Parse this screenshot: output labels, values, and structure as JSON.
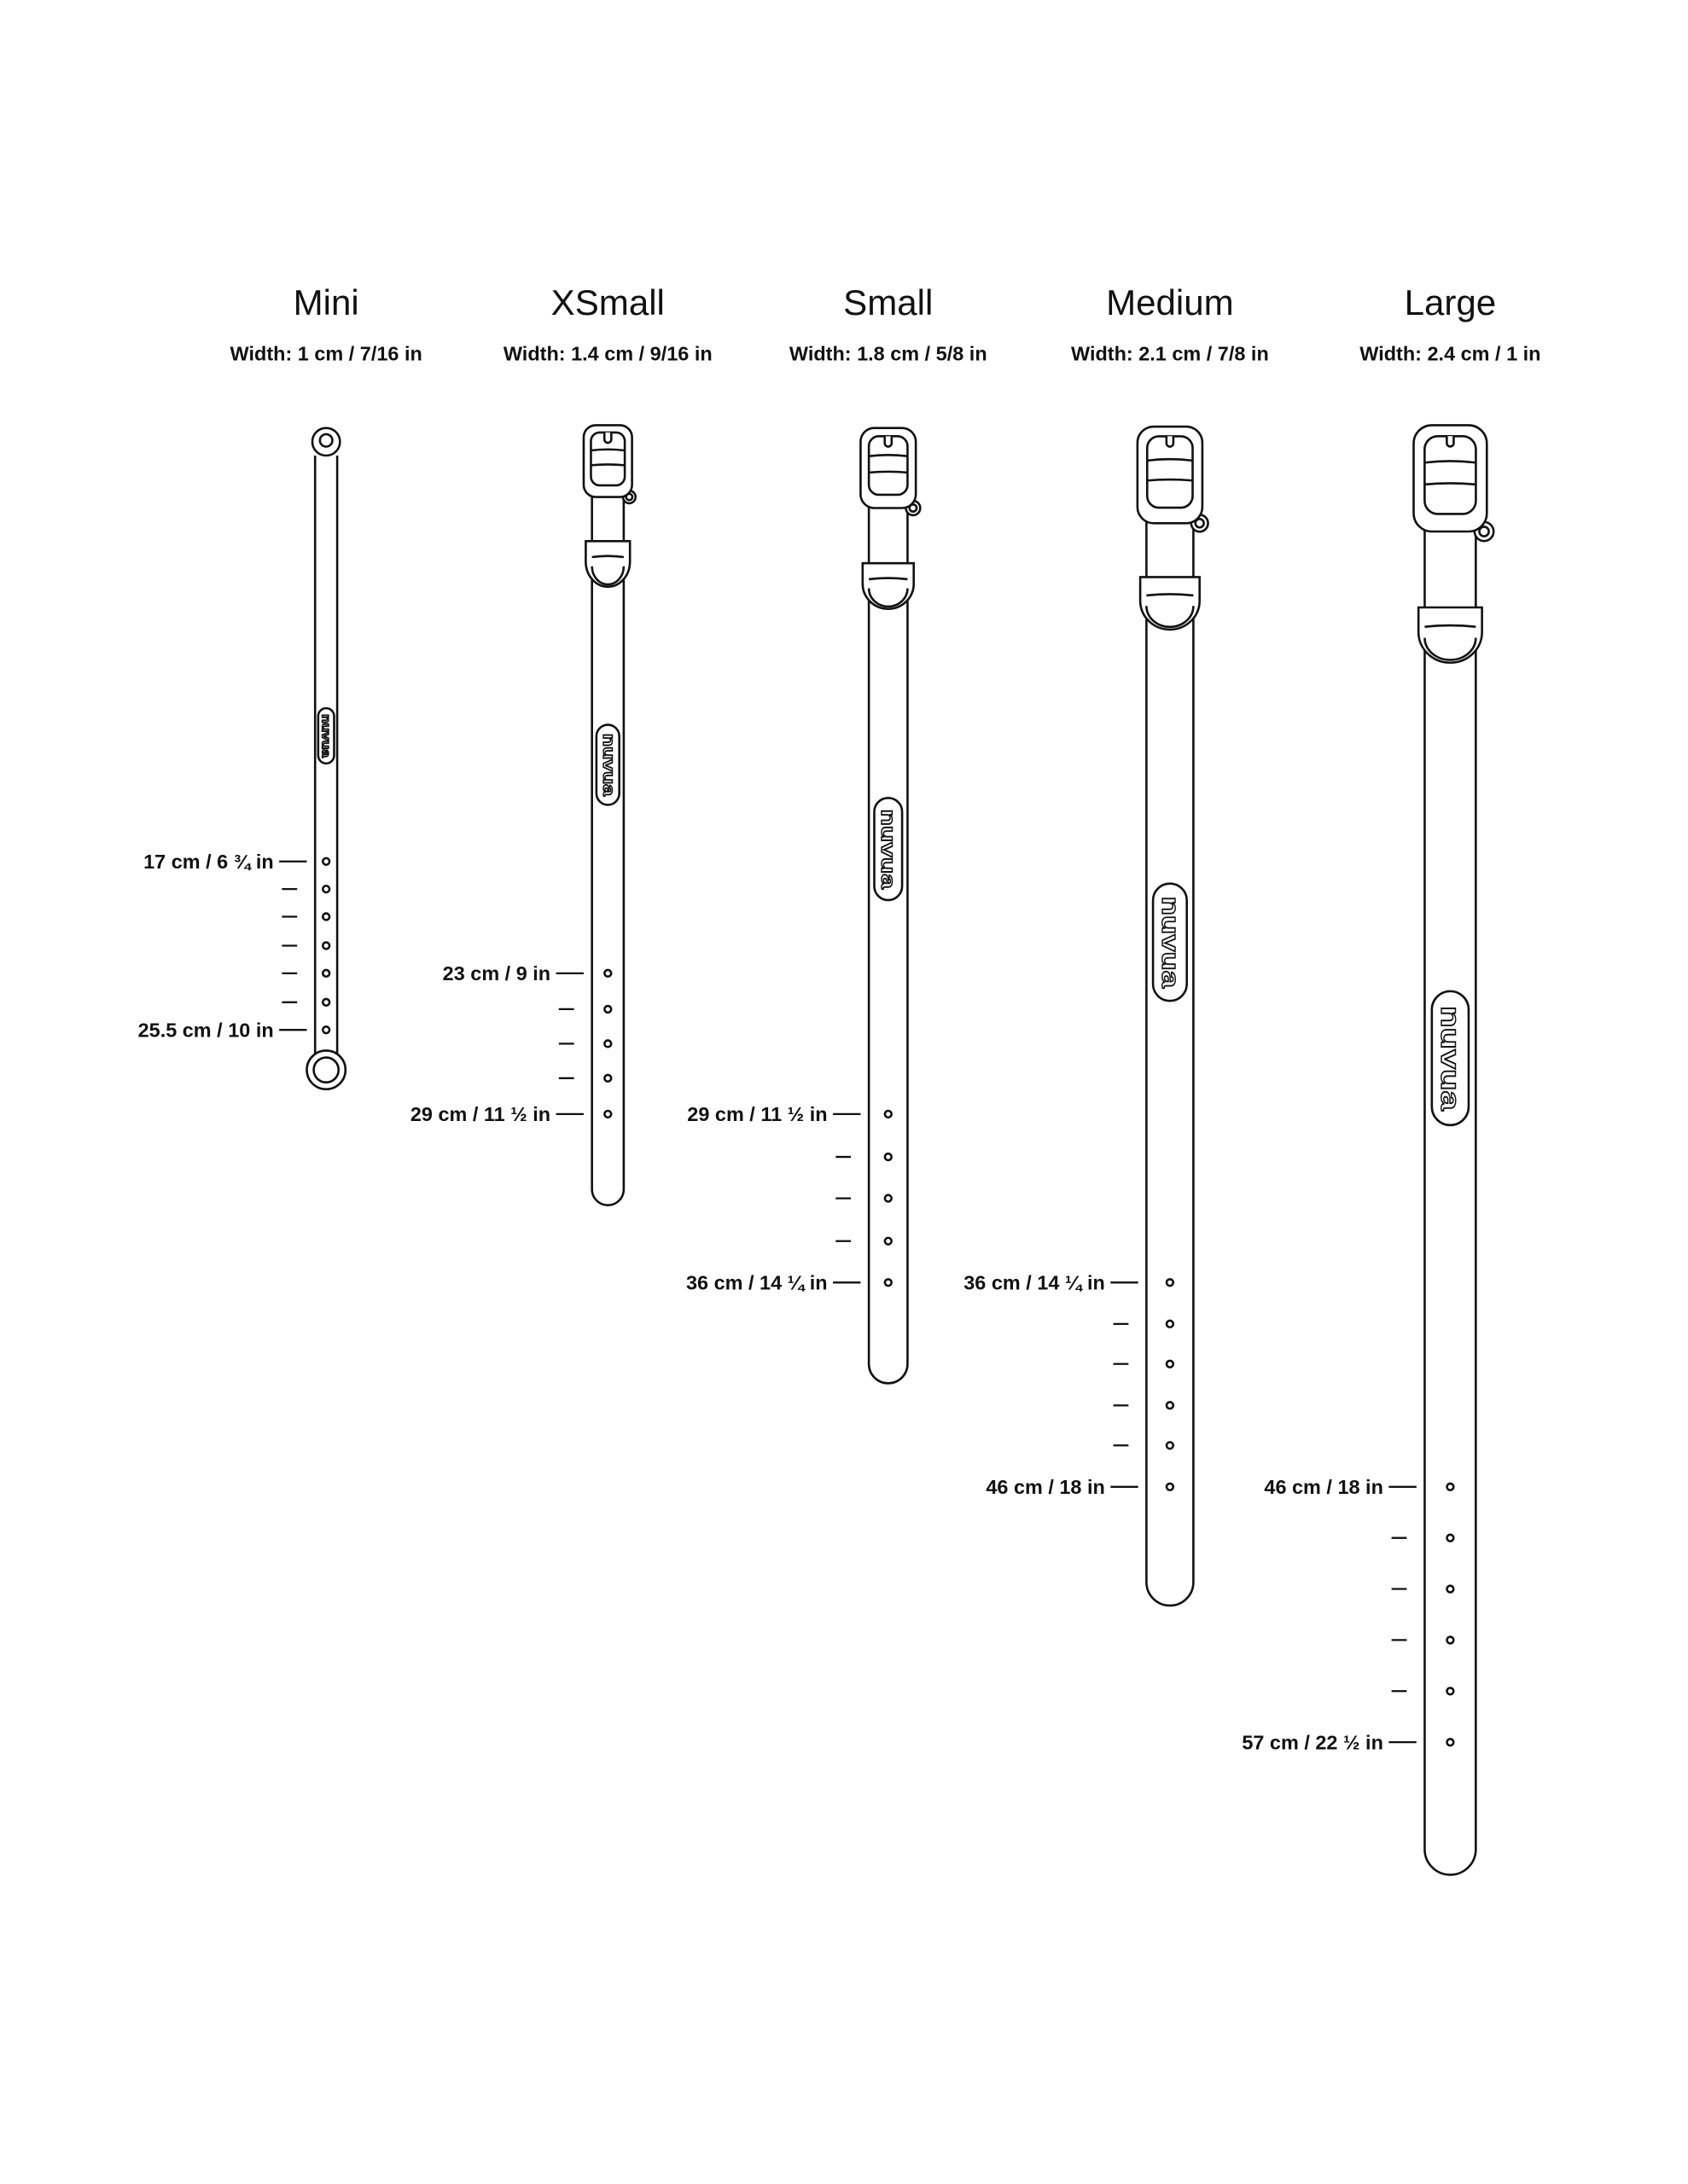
{
  "sizes": [
    {
      "name": "Mini",
      "width_label": "Width: 1 cm / 7/16 in",
      "first_mark": "17 cm / 6 ¾ in",
      "last_mark": "25.5 cm / 10 in",
      "logo": "nuvua"
    },
    {
      "name": "XSmall",
      "width_label": "Width: 1.4 cm / 9/16 in",
      "first_mark": "23 cm / 9 in",
      "last_mark": "29 cm / 11 ½ in",
      "logo": "nuvua"
    },
    {
      "name": "Small",
      "width_label": "Width: 1.8 cm / 5/8 in",
      "first_mark": "29 cm / 11 ½ in",
      "last_mark": "36 cm / 14 ¼ in",
      "logo": "nuvua"
    },
    {
      "name": "Medium",
      "width_label": "Width: 2.1 cm / 7/8 in",
      "first_mark": "36 cm / 14 ¼ in",
      "last_mark": "46 cm / 18 in",
      "logo": "nuvua"
    },
    {
      "name": "Large",
      "width_label": "Width: 2.4 cm / 1 in",
      "first_mark": "46 cm / 18 in",
      "last_mark": "57 cm / 22 ½ in",
      "logo": "nuvua"
    }
  ]
}
